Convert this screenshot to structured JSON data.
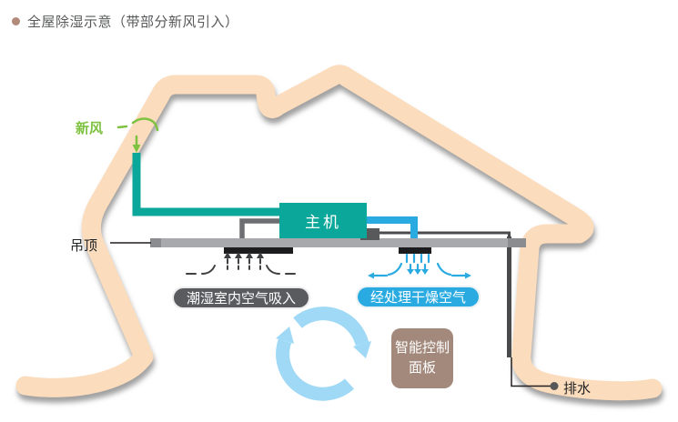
{
  "title": {
    "text": "全屋除湿示意（带部分新风引入）"
  },
  "labels": {
    "fresh_air": "新风",
    "ceiling": "吊顶",
    "main_unit": "主机",
    "humid_air_intake": "潮湿室内空气吸入",
    "dry_air_supply": "经处理干燥空气",
    "control_panel_line1": "智能控制",
    "control_panel_line2": "面板",
    "drain": "排水"
  },
  "icons": {
    "fresh_air_arrow": "dashed-hook-down-arrow",
    "intake_airflow": "converging-up-arrows",
    "supply_airflow": "spreading-down-arrows",
    "circulation": "clockwise-cycle-arrows",
    "drain_point": "dot-with-leader-line"
  },
  "colors": {
    "teal": "#0BA79A",
    "blue": "#29ABE2",
    "light_blue": "#9FD9F6",
    "green": "#7FC241",
    "house_peach": "#FBDCBC",
    "ceiling_gray": "#A7A9AC",
    "dark_gray": "#58595B",
    "panel_brown": "#A3897C",
    "title_bullet": "#B18A79",
    "title_text": "#57585A"
  }
}
